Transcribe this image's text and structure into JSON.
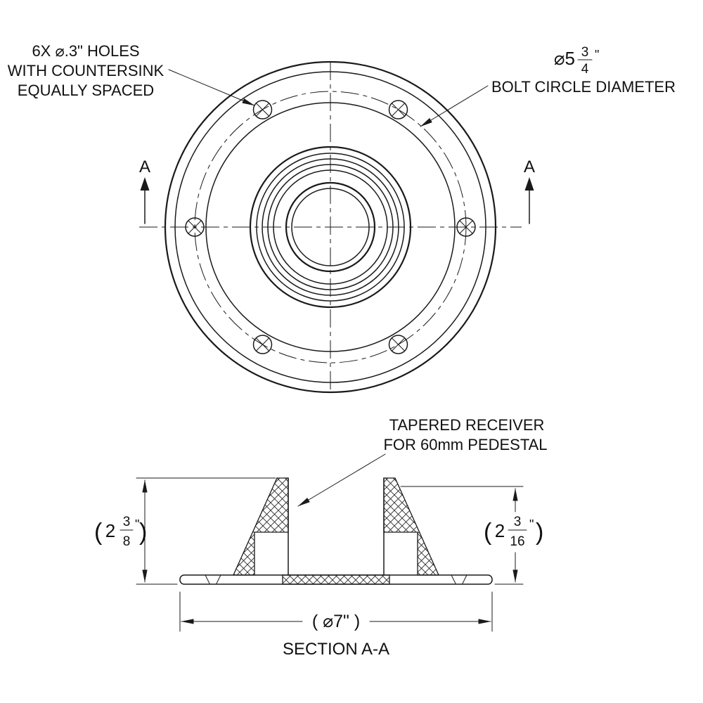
{
  "colors": {
    "ink": "#1a1a1a",
    "bg": "#ffffff"
  },
  "top_view": {
    "callout_holes": {
      "line1": "6X ⌀.3\" HOLES",
      "line2": "WITH COUNTERSINK",
      "line3": "EQUALLY SPACED"
    },
    "callout_bolt": {
      "prefix": "⌀5",
      "num": "3",
      "den": "4",
      "quote": "\"",
      "line2": "BOLT CIRCLE DIAMETER"
    },
    "section_marker_left": "A",
    "section_marker_right": "A"
  },
  "section_view": {
    "callout_receiver": {
      "line1": "TAPERED RECEIVER",
      "line2": "FOR 60mm PEDESTAL"
    },
    "dim_left": {
      "open": "(",
      "whole": "2",
      "num": "3",
      "den": "8",
      "quote": "\"",
      "close": ")"
    },
    "dim_right": {
      "open": "(",
      "whole": "2",
      "num": "3",
      "den": "16",
      "quote": "\"",
      "close": ")"
    },
    "dim_width": {
      "label": "( ⌀7\" )"
    },
    "title": "SECTION A-A"
  }
}
